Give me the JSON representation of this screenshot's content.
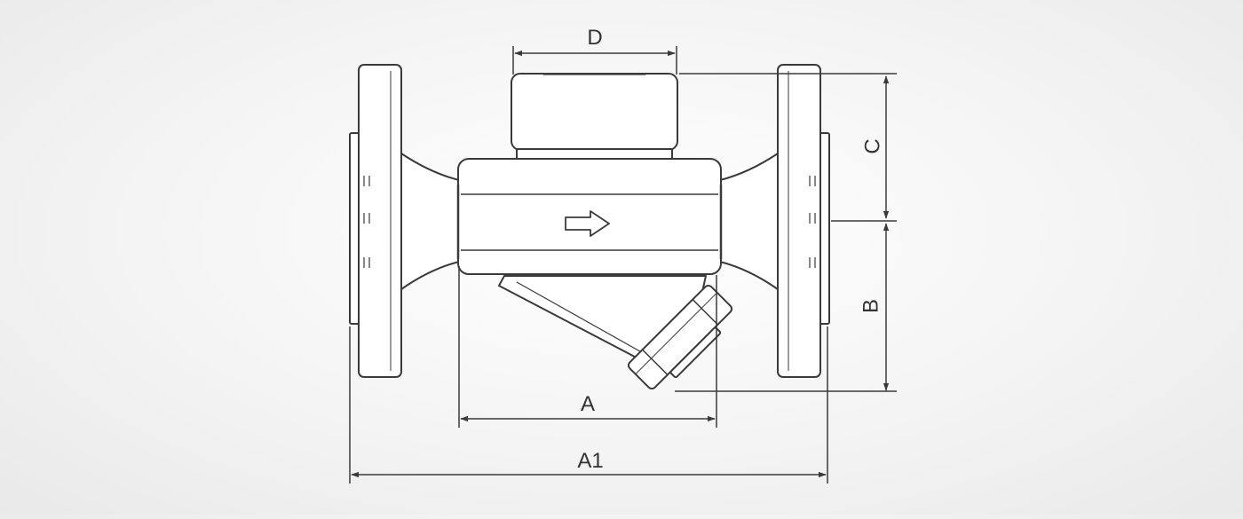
{
  "diagram": {
    "labels": {
      "D": "D",
      "C": "C",
      "B": "B",
      "A": "A",
      "A1": "A1"
    },
    "colors": {
      "line": "#3a3a3a",
      "fill": "#ffffff",
      "background": "#f3f3f3"
    }
  }
}
